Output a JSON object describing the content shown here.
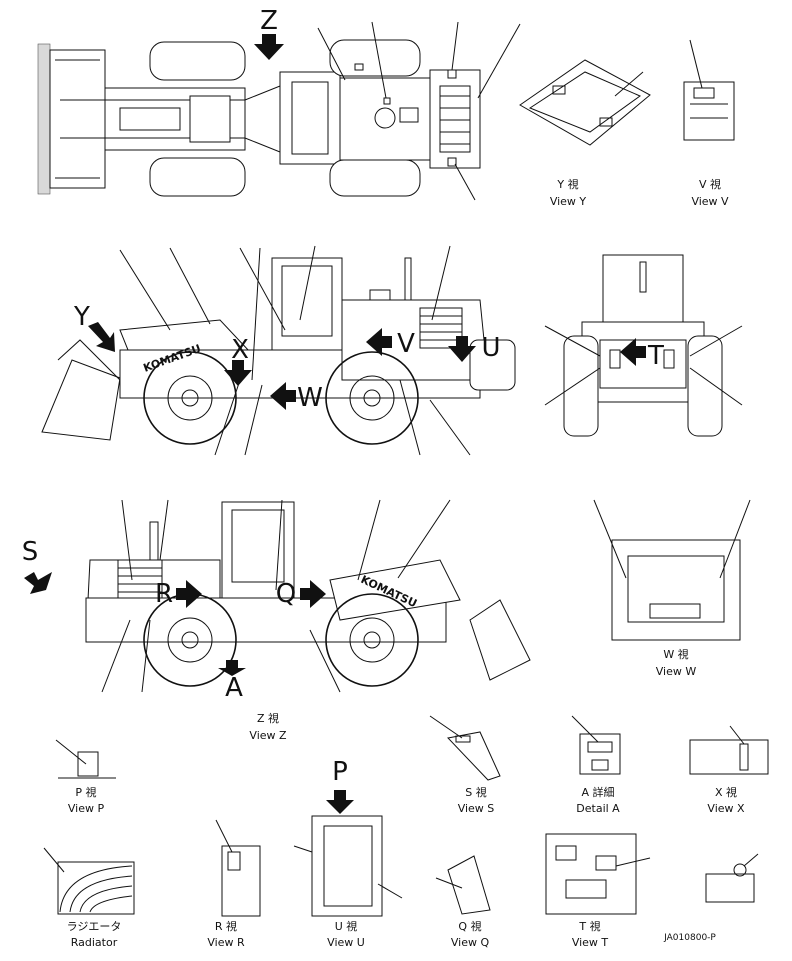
{
  "letters": {
    "z": "Z",
    "y": "Y",
    "x": "X",
    "w": "W",
    "v": "V",
    "u": "U",
    "t": "T",
    "s": "S",
    "r": "R",
    "q": "Q",
    "a": "A",
    "p": "P"
  },
  "views": {
    "y": {
      "jp": "Y 視",
      "en": "View Y"
    },
    "v": {
      "jp": "V 視",
      "en": "View V"
    },
    "w": {
      "jp": "W 視",
      "en": "View W"
    },
    "z": {
      "jp": "Z 視",
      "en": "View Z"
    },
    "p": {
      "jp": "P 視",
      "en": "View P"
    },
    "s": {
      "jp": "S 視",
      "en": "View S"
    },
    "a": {
      "jp": "A 詳細",
      "en": "Detail A"
    },
    "x": {
      "jp": "X 視",
      "en": "View X"
    },
    "radiator": {
      "jp": "ラジエータ",
      "en": "Radiator"
    },
    "r": {
      "jp": "R 視",
      "en": "View R"
    },
    "u": {
      "jp": "U 視",
      "en": "View U"
    },
    "q": {
      "jp": "Q 視",
      "en": "View Q"
    },
    "t": {
      "jp": "T 視",
      "en": "View T"
    }
  },
  "brand": "KOMATSU",
  "drawing_code": "JA010800-P"
}
